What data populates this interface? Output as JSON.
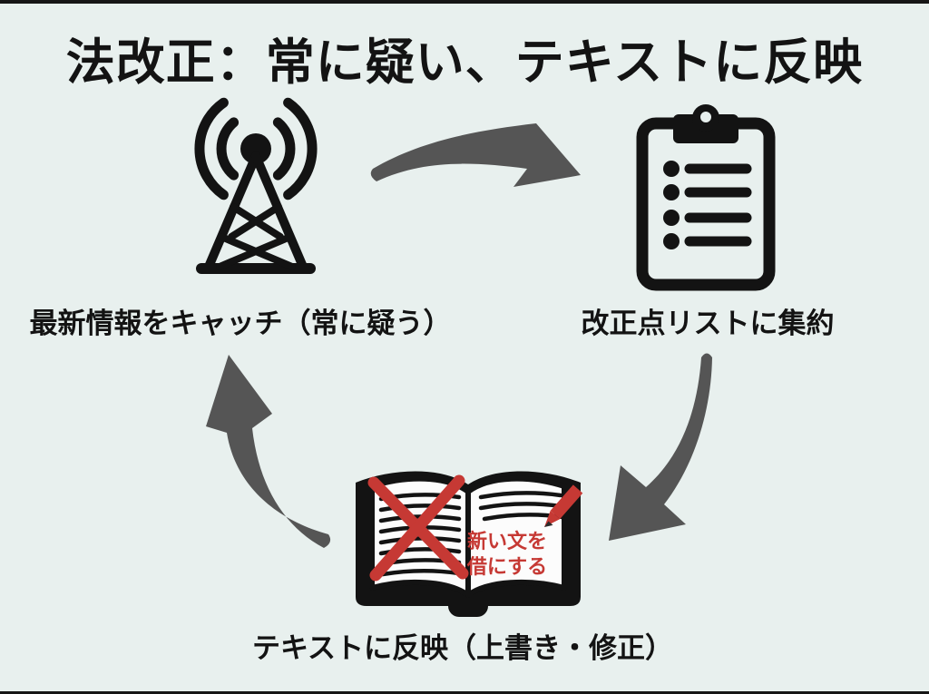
{
  "title": "法改正：常に疑い、テキストに反映",
  "steps": [
    {
      "name": "catch",
      "icon": "radio-tower-icon",
      "label": "最新情報をキャッチ（常に疑う）"
    },
    {
      "name": "list",
      "icon": "clipboard-list-icon",
      "label": "改正点リストに集約"
    },
    {
      "name": "reflect",
      "icon": "open-book-icon",
      "label": "テキストに反映（上書き・修正）"
    }
  ],
  "book_note": {
    "line1": "新い文を",
    "line2": "借にする"
  },
  "colors": {
    "background": "#e8f0ee",
    "ink": "#131313",
    "arrow": "#555555",
    "accent_red": "#c63934",
    "page_white": "#fcfcfc",
    "edge_bar": "#161616"
  }
}
